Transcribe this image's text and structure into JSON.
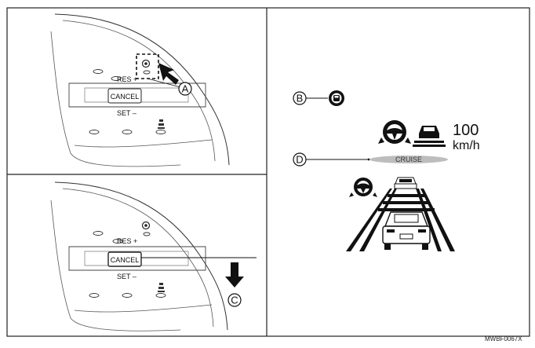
{
  "top_panel": {
    "res_label": "RES +",
    "cancel_label": "CANCEL",
    "set_label": "SET –",
    "callout_a": "A"
  },
  "bottom_panel": {
    "res_label": "RES +",
    "cancel_label": "CANCEL",
    "set_label": "SET –",
    "callout_c": "C"
  },
  "display": {
    "callout_b": "B",
    "callout_d": "D",
    "speed_value": "100",
    "speed_unit": "km/h",
    "cruise_label": "CRUISE"
  },
  "figure_code": "MWBF0067X"
}
